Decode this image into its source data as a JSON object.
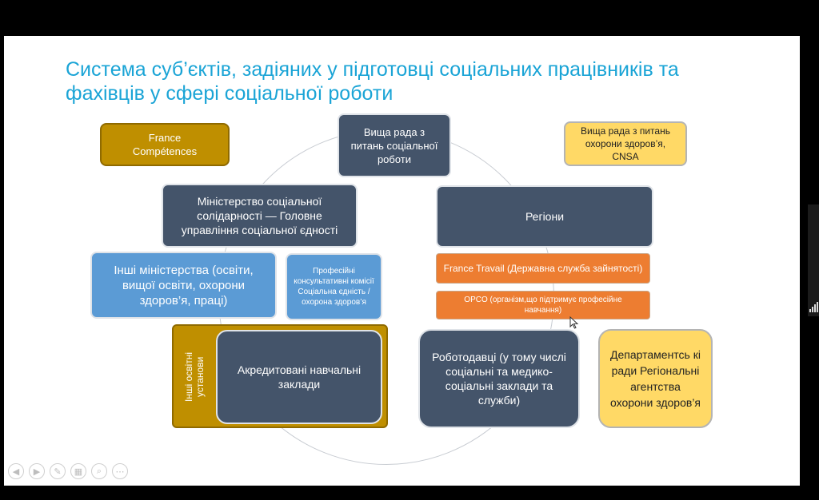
{
  "slide": {
    "title": "Система суб’єктів, задіяних у підготовці соціальних працівників та фахівців у сфері соціальної роботи"
  },
  "boxes": {
    "france_competences": "France Compétences",
    "higher_council": "Вища рада з питань соціальної роботи",
    "health_council": "Вища рада з питань охорони здоров’я, CNSA",
    "ministry_social": "Міністерство соціальної солідарності — Головне управління соціальної єдності",
    "regions": "Регіони",
    "france_travail": "France Travail (Державна служба зайнятості)",
    "opco": "OPCO (організм,що підтримує професійне навчання)",
    "other_ministries": "Інші міністерства (освіти, вищої освіти, охорони здоров’я, праці)",
    "consultative_commissions": "Професійні консультативні комісії Соціальна єдність / охорона здоров’я",
    "other_institutions": "Інші освітні установи",
    "accredited": "Акредитовані навчальні заклади",
    "employers": "Роботодавці (у тому числі соціальні та медико-соціальні заклади та служби)",
    "departments": "Департаментсь кі ради Регіональні агентства охорони здоров’я"
  },
  "toolbar": {
    "icons": [
      "back-icon",
      "forward-icon",
      "pen-icon",
      "slides-icon",
      "zoom-icon",
      "more-icon"
    ]
  },
  "colors": {
    "title": "#1aa4d6",
    "dark": "#44546a",
    "blue": "#5b9bd5",
    "orange": "#ed7d31",
    "gold": "#bf8f00",
    "yellow": "#ffd966"
  }
}
